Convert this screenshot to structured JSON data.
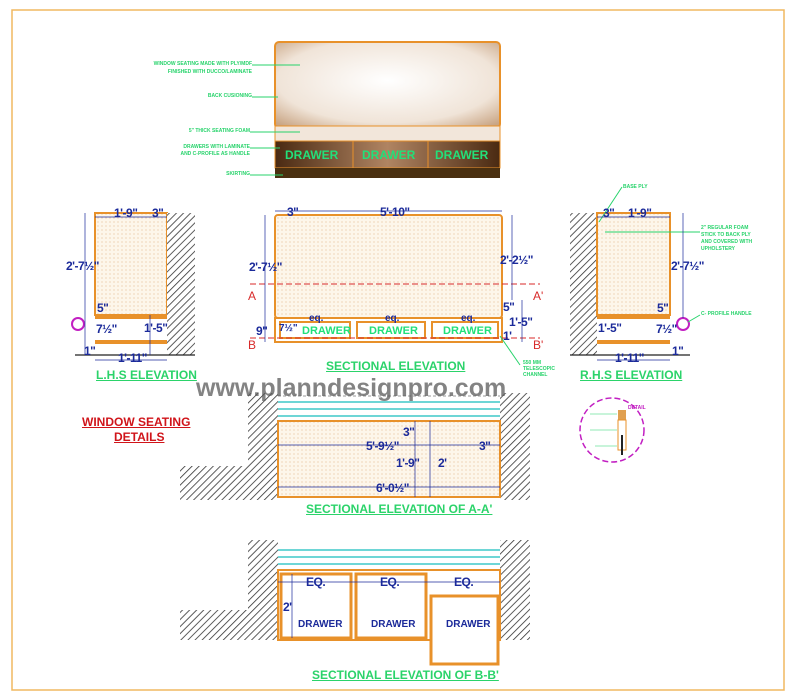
{
  "heading": {
    "line1": "WINDOW SEATING",
    "line2": "DETAILS"
  },
  "watermark": "www.planndesignpro.com",
  "top_view": {
    "notes": [
      "WINDOW SEATING MADE WITH PLY/MDF",
      "FINISHED WITH DUCCO/LAMINATE",
      "BACK CUSIONING",
      "5\" THICK SEATING FOAM",
      "DRAWERS WITH LAMINATE",
      "AND C-PROFILE AS HANDLE",
      "SKIRTING"
    ],
    "drawers": [
      "DRAWER",
      "DRAWER",
      "DRAWER"
    ]
  },
  "lhs": {
    "title": "L.H.S ELEVATION",
    "dims": [
      "1'-9\"",
      "3\"",
      "2'-7½\"",
      "5\"",
      "7½\"",
      "1'-5\"",
      "1\"",
      "1'-11\""
    ]
  },
  "sectional": {
    "title": "SECTIONAL ELEVATION",
    "dims": [
      "3\"",
      "5'-10\"",
      "2'-7½\"",
      "2'-2½\"",
      "5\"",
      "1'-5\"",
      "9\"",
      "7½\"",
      "1'",
      "eq.",
      "eq.",
      "eq."
    ],
    "section_marks": [
      "A",
      "A'",
      "B",
      "B'"
    ],
    "drawers": [
      "DRAWER",
      "DRAWER",
      "DRAWER"
    ],
    "note": [
      "550 MM",
      "TELESCOPIC",
      "CHANNEL"
    ]
  },
  "rhs": {
    "title": "R.H.S ELEVATION",
    "dims": [
      "3\"",
      "1'-9\"",
      "2'-7½\"",
      "5\"",
      "7½\"",
      "1'-5\"",
      "1'-11\"",
      "1\""
    ],
    "notes": [
      "BASE PLY",
      "2\" REGULAR FOAM",
      "STICK TO BACK PLY",
      "AND COVERED WITH",
      "UPHOLSTERY",
      "C- PROFILE HANDLE"
    ]
  },
  "detail": {
    "label": "DETAIL"
  },
  "section_aa": {
    "title": "SECTIONAL ELEVATION OF A-A'",
    "dims": [
      "3\"",
      "5'-9½\"",
      "3\"",
      "1'-9\"",
      "2'",
      "6'-0½\""
    ]
  },
  "section_bb": {
    "title": "SECTIONAL ELEVATION OF B-B'",
    "eq": [
      "EQ.",
      "EQ.",
      "EQ."
    ],
    "height": "2'",
    "drawers": [
      "DRAWER",
      "DRAWER",
      "DRAWER"
    ]
  },
  "colors": {
    "frame": "#f0b860",
    "carcass": "#e8912a",
    "dimension": "#1b2a9a",
    "note": "#27d36b",
    "section": "#d82a2a",
    "glass": "#3ec9c9"
  }
}
